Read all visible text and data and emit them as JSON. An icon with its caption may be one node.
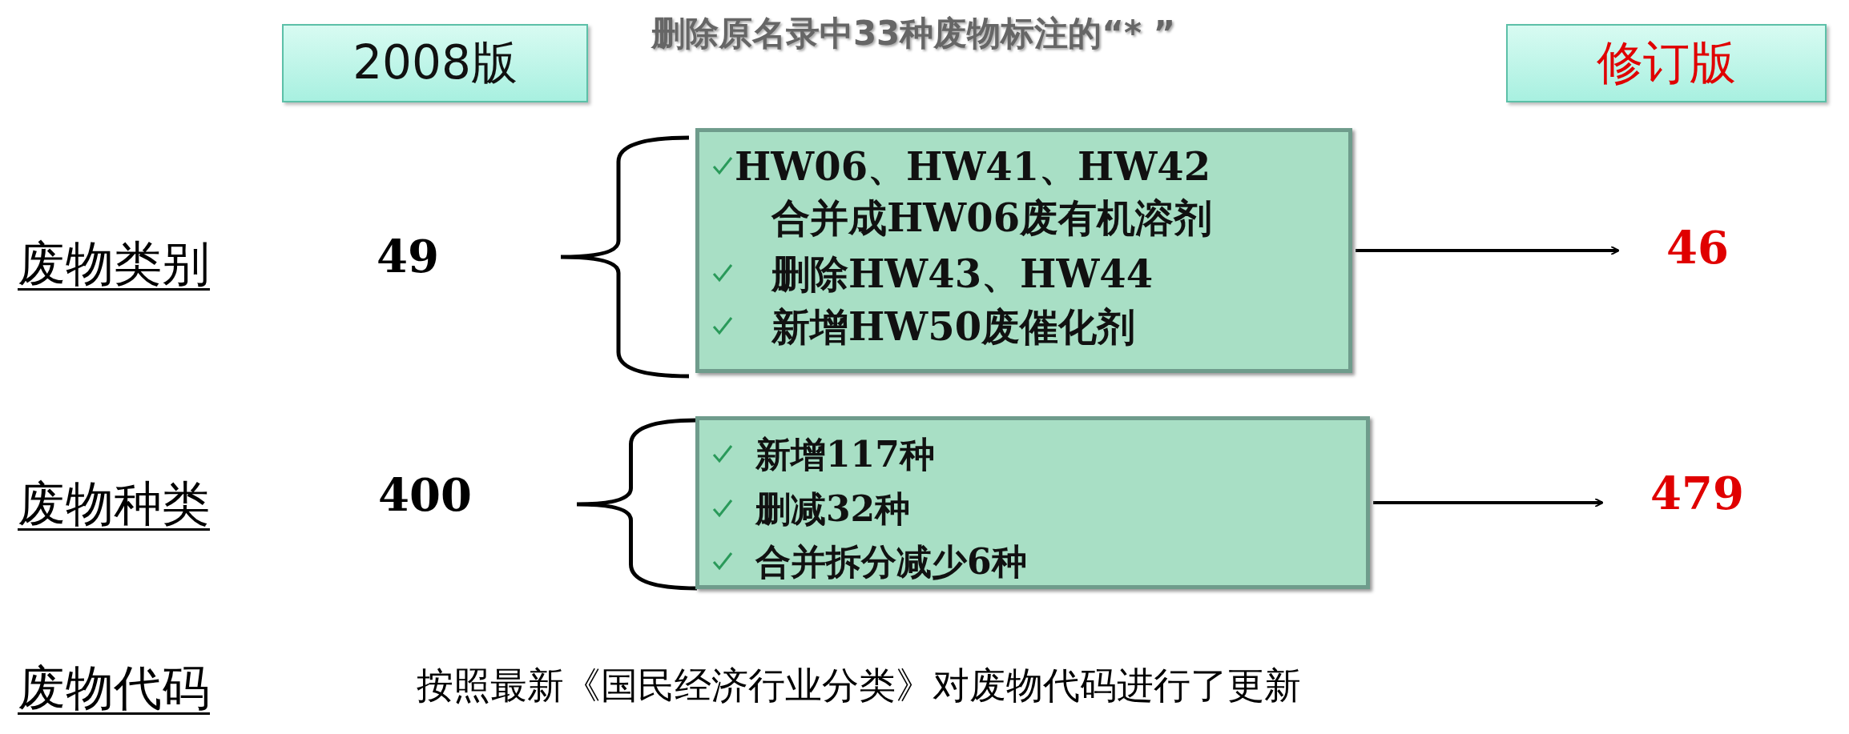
{
  "diagram": {
    "nodes": [
      {
        "text": [
          "2008版"
        ]
      },
      {
        "text": [
          "修订版"
        ]
      },
      {
        "text": [
          "HW06、HW41、HW42",
          "合并成HW06废有机溶剂",
          "删除HW43、HW44",
          "新增HW50废催化剂"
        ]
      },
      {
        "text": [
          "46"
        ]
      },
      {
        "text": [
          "新增117种",
          "删减32种",
          "合并拆分减少6种"
        ]
      },
      {
        "text": [
          "479"
        ]
      }
    ],
    "edges": [
      {
        "from": 2,
        "to": 3,
        "arrow": "to"
      },
      {
        "from": 4,
        "to": 5,
        "arrow": "to"
      }
    ],
    "labels": [
      "删除原名录中33种废物标注的“* ”",
      "废物类别",
      "49",
      "废物种类",
      "400",
      "废物代码",
      "按照最新《国民经济行业分类》对废物代码进行了更新"
    ]
  }
}
